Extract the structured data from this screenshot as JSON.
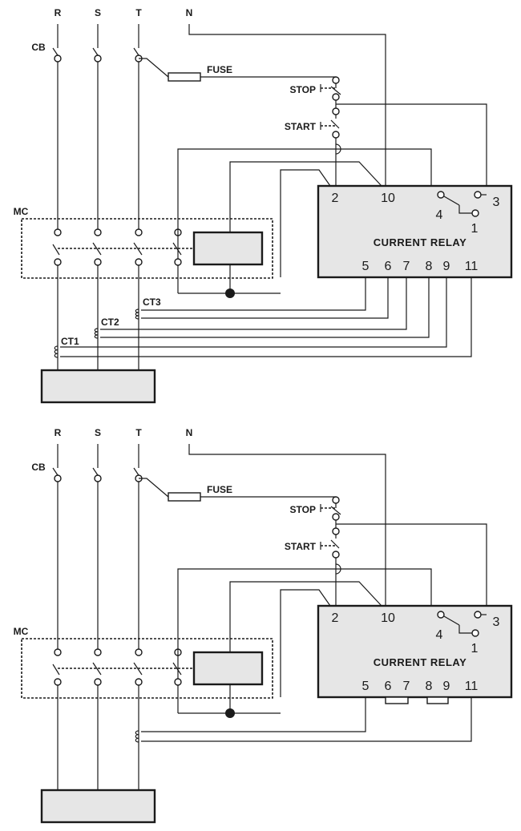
{
  "diagrams": [
    {
      "phases": [
        "R",
        "S",
        "T",
        "N"
      ],
      "circuit_breaker": "CB",
      "fuse": "FUSE",
      "stop": "STOP",
      "start": "START",
      "contactor": "MC",
      "relay": {
        "title": "CURRENT   RELAY",
        "top_terminals": [
          "2",
          "10"
        ],
        "contact_terminals": [
          "4",
          "3",
          "1"
        ],
        "bottom_terminals": [
          "5",
          "6",
          "7",
          "8",
          "9",
          "11"
        ]
      },
      "current_transformers": [
        "CT1",
        "CT2",
        "CT3"
      ]
    },
    {
      "phases": [
        "R",
        "S",
        "T",
        "N"
      ],
      "circuit_breaker": "CB",
      "fuse": "FUSE",
      "stop": "STOP",
      "start": "START",
      "contactor": "MC",
      "relay": {
        "title": "CURRENT   RELAY",
        "top_terminals": [
          "2",
          "10"
        ],
        "contact_terminals": [
          "4",
          "3",
          "1"
        ],
        "bottom_terminals": [
          "5",
          "6",
          "7",
          "8",
          "9",
          "11"
        ]
      },
      "current_transformers": []
    }
  ],
  "colors": {
    "line": "#1a1a1a",
    "fill": "#e6e6e6",
    "background": "#ffffff"
  }
}
